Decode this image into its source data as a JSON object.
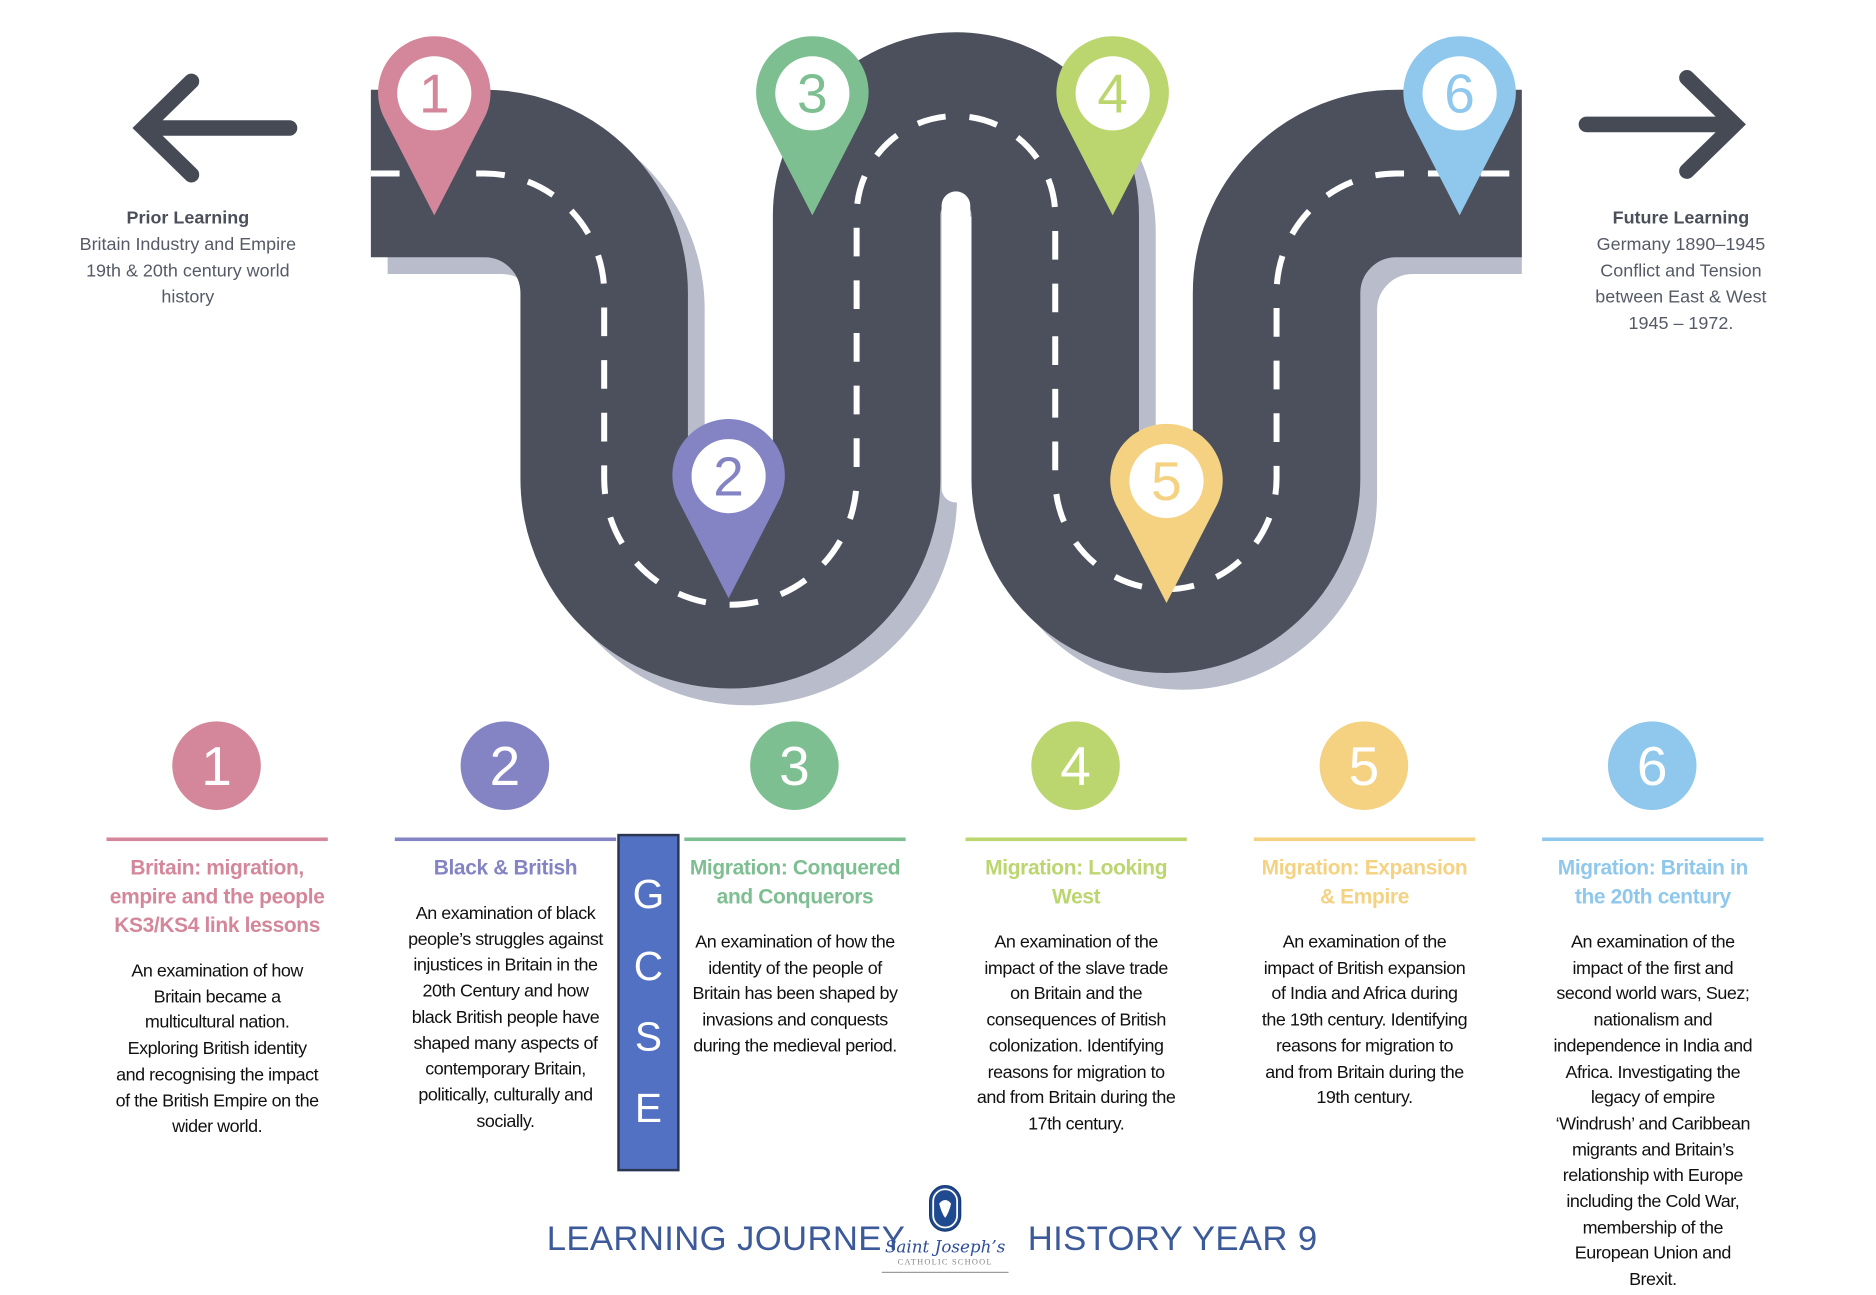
{
  "prior": {
    "heading": "Prior Learning",
    "lines": [
      "Britain Industry and Empire",
      "19th & 20th century world",
      "history"
    ]
  },
  "future": {
    "heading": "Future Learning",
    "lines": [
      "Germany 1890–1945",
      "Conflict and Tension",
      "between East & West",
      "1945 – 1972."
    ]
  },
  "colors": {
    "road": "#4b505c",
    "road_edge": "#b9bccb",
    "gcse": "#5271c2",
    "footer": "#3c5a9a"
  },
  "stops": [
    {
      "number": "1",
      "color": "#d4879a",
      "title": "Britain: migration, empire and the people KS3/KS4 link lessons",
      "description": "An examination of how Britain became a multicultural nation. Exploring British identity and recognising the impact of the British Empire on the wider world."
    },
    {
      "number": "2",
      "color": "#8484c4",
      "title": "Black & British",
      "description": "An examination of black people’s struggles against injustices in Britain in the 20th Century and how black British people have shaped many aspects of contemporary Britain, politically, culturally and socially."
    },
    {
      "number": "3",
      "color": "#7ebf92",
      "title": "Migration: Conquered and Conquerors",
      "description": "An examination of how the identity of the people of Britain has been shaped by invasions and conquests during the medieval period."
    },
    {
      "number": "4",
      "color": "#bcd66f",
      "title": "Migration: Looking West",
      "description": "An examination of the impact of the slave trade on Britain and the consequences of British colonization. Identifying reasons for migration to and from Britain during the 17th century."
    },
    {
      "number": "5",
      "color": "#f4d282",
      "title": "Migration: Expansion & Empire",
      "description": "An examination of the impact of British expansion of India and Africa during the 19th century. Identifying reasons for migration to and from Britain during the 19th century."
    },
    {
      "number": "6",
      "color": "#8fc8ec",
      "title": "Migration: Britain in the 20th century",
      "description": "An examination of the impact of the first and second world wars, Suez; nationalism and independence in India and Africa. Investigating the legacy of empire ‘Windrush’ and Caribbean migrants and Britain’s relationship with Europe including the Cold War, membership of the European Union and Brexit."
    }
  ],
  "gcse": [
    "G",
    "C",
    "S",
    "E"
  ],
  "footer": {
    "left": "LEARNING JOURNEY",
    "right": "HISTORY YEAR 9",
    "logo_name": "Saint Joseph’s",
    "logo_sub": "CATHOLIC SCHOOL"
  }
}
